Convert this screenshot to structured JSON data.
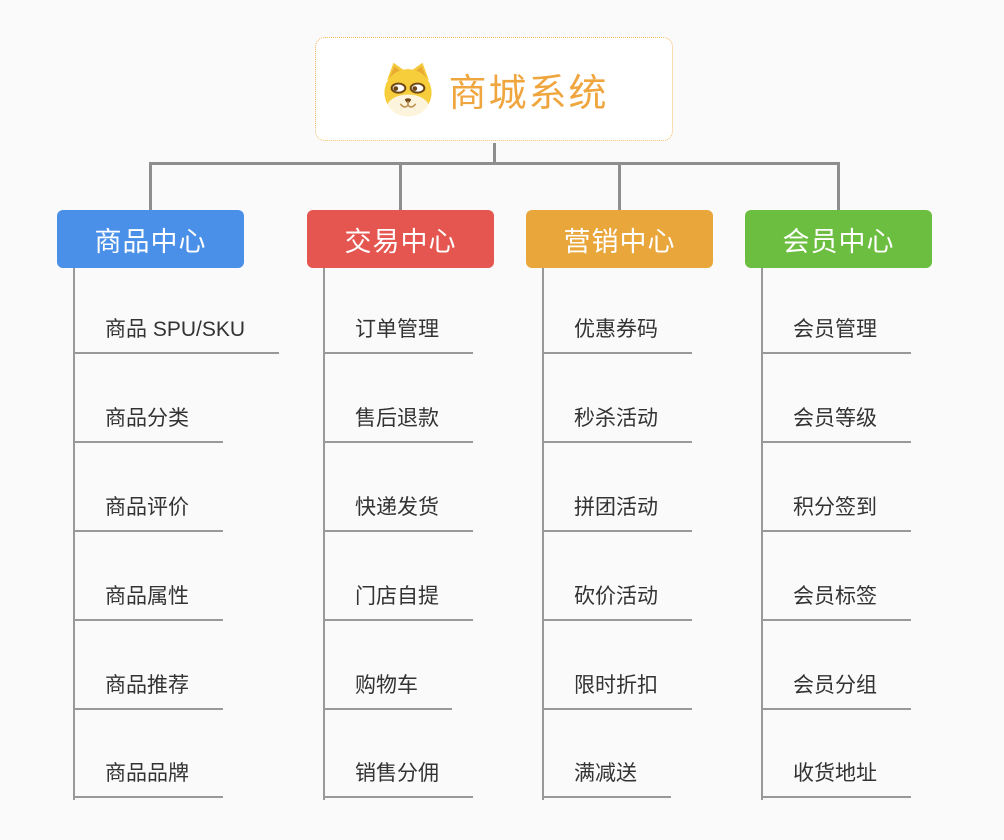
{
  "root": {
    "title": "商城系统",
    "icon": "dog-face-icon"
  },
  "branches": [
    {
      "label": "商品中心",
      "color": "#4a8fe8",
      "children": [
        "商品 SPU/SKU",
        "商品分类",
        "商品评价",
        "商品属性",
        "商品推荐",
        "商品品牌"
      ]
    },
    {
      "label": "交易中心",
      "color": "#e4564f",
      "children": [
        "订单管理",
        "售后退款",
        "快递发货",
        "门店自提",
        "购物车",
        "销售分佣"
      ]
    },
    {
      "label": "营销中心",
      "color": "#e9a63b",
      "children": [
        "优惠券码",
        "秒杀活动",
        "拼团活动",
        "砍价活动",
        "限时折扣",
        "满减送"
      ]
    },
    {
      "label": "会员中心",
      "color": "#6cbe40",
      "children": [
        "会员管理",
        "会员等级",
        "积分签到",
        "会员标签",
        "会员分组",
        "收货地址"
      ]
    }
  ],
  "colors": {
    "background": "#fafafa",
    "connector": "#8e8e8e",
    "child_line": "#999999",
    "child_text": "#333333",
    "root_border": "#f2bb63",
    "root_text": "#f0a63e"
  }
}
